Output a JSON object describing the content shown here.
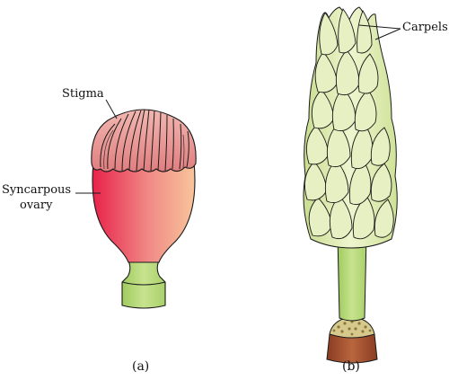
{
  "figure_a": {
    "labels": {
      "stigma": "Stigma",
      "ovary_line1": "Syncarpous",
      "ovary_line2": "ovary"
    },
    "caption": "(a)"
  },
  "figure_b": {
    "labels": {
      "carpels": "Carpels"
    },
    "caption": "(b)"
  },
  "colors": {
    "ovary_red": "#e8224a",
    "ovary_peach": "#f8c59a",
    "stigma_pink": "#e79a98",
    "stalk_green": "#b5d97d",
    "carpel_green": "#dceab1",
    "receptacle_brown": "#9a4a2a",
    "outline": "#1a1a1a"
  }
}
